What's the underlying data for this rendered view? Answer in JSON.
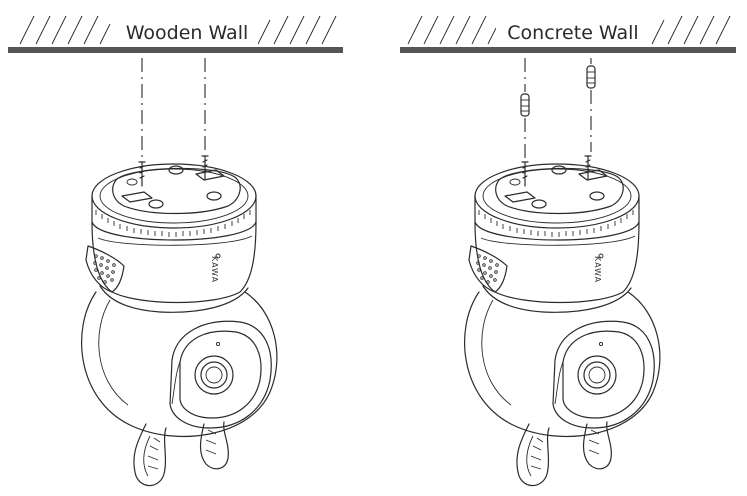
{
  "panels": [
    {
      "id": "wooden",
      "wall_label": "Wooden Wall",
      "screw_type": "wood-screw"
    },
    {
      "id": "concrete",
      "wall_label": "Concrete Wall",
      "screw_type": "screw-with-anchor"
    }
  ],
  "camera": {
    "brand_text": "KAWA"
  }
}
